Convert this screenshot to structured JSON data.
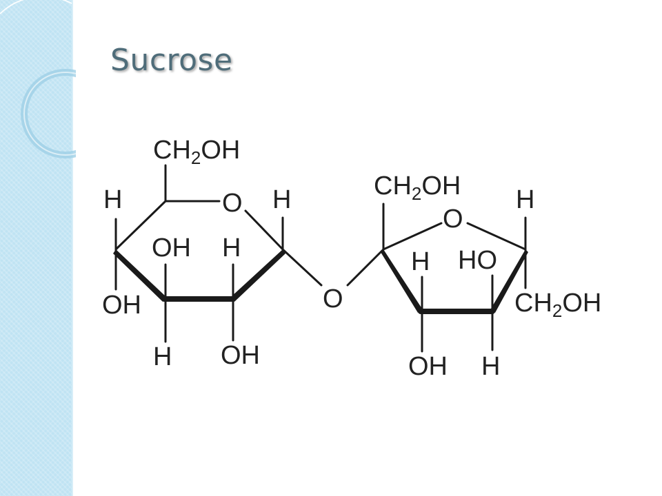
{
  "slide": {
    "title": "Sucrose"
  },
  "molecule": {
    "glucose": {
      "ch2oh": {
        "main1": "CH",
        "sub": "2",
        "main2": "OH"
      },
      "ring_oxygen": "O",
      "h_left_top": "H",
      "h_anomeric": "H",
      "oh_c3": "OH",
      "h_c2": "H",
      "oh_c4": "OH",
      "h_c4_down": "H",
      "oh_c2_down": "OH"
    },
    "bridge_oxygen": "O",
    "fructose": {
      "ch2oh_top": {
        "main1": "CH",
        "sub": "2",
        "main2": "OH"
      },
      "ring_oxygen": "O",
      "h_c5": "H",
      "h_c3": "H",
      "ho_c4": "HO",
      "ch2oh_right": {
        "main1": "CH",
        "sub": "2",
        "main2": "OH"
      },
      "oh_c3_down": "OH",
      "h_c4_down": "H"
    }
  }
}
